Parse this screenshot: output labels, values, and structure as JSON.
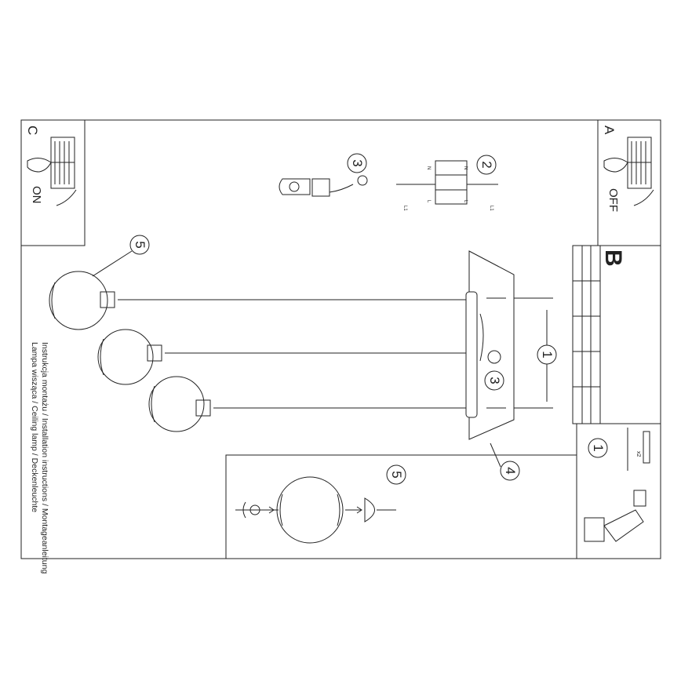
{
  "caption": {
    "line1": "Instrukcja montażu / Installation instructions / Montageanleitung",
    "line2": "Lampa wisząca / Ceiling lamp / Deckenleuchte"
  },
  "panels": {
    "a": {
      "letter": "A",
      "state": "OFF"
    },
    "b": {
      "letter": "B"
    },
    "c": {
      "letter": "C",
      "state": "ON"
    }
  },
  "steps": {
    "s1": "1",
    "s2": "2",
    "s3": "3",
    "s4": "4",
    "s5": "5"
  },
  "wire_labels": {
    "n": "N",
    "l": "L",
    "l1": "L1"
  },
  "dowel_qty": "x2"
}
